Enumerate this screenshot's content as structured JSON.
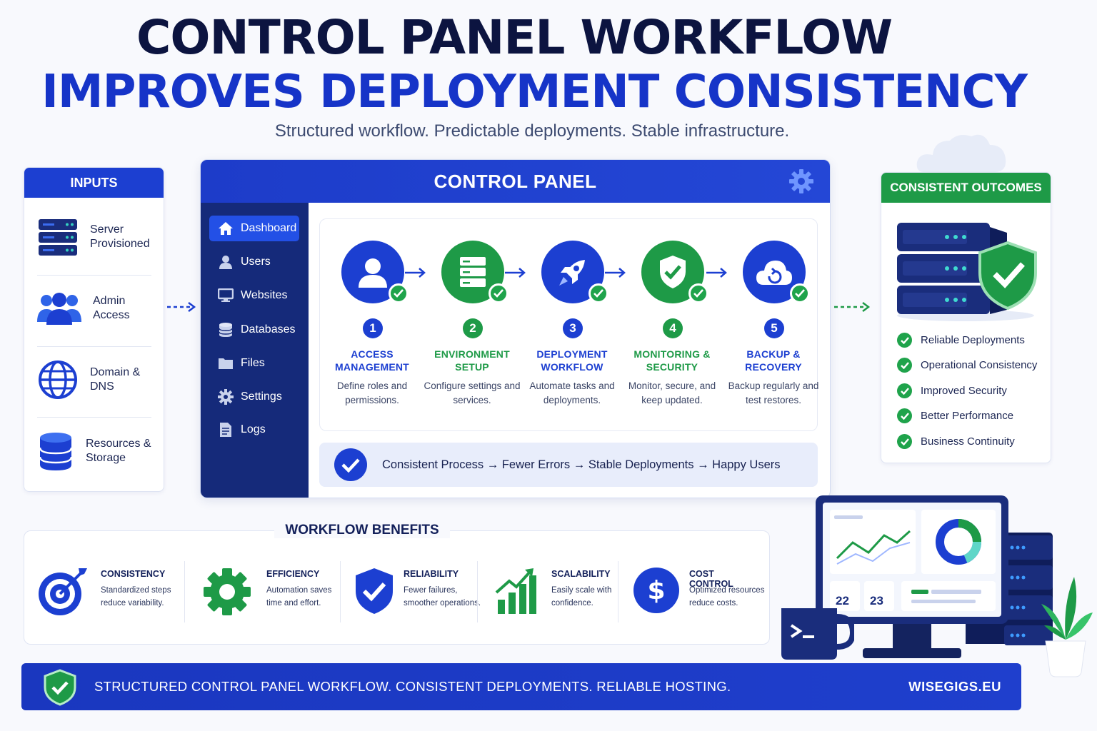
{
  "header": {
    "title_line1": "CONTROL PANEL WORKFLOW",
    "title_line2": "IMPROVES DEPLOYMENT CONSISTENCY",
    "subtitle": "Structured workflow. Predictable deployments. Stable infrastructure."
  },
  "inputs": {
    "title": "INPUTS",
    "items": [
      {
        "label": "Server Provisioned",
        "icon": "server-rack-icon"
      },
      {
        "label": "Admin Access",
        "icon": "users-group-icon"
      },
      {
        "label": "Domain & DNS",
        "icon": "globe-icon"
      },
      {
        "label": "Resources & Storage",
        "icon": "database-icon"
      }
    ]
  },
  "control_panel": {
    "title": "CONTROL PANEL",
    "nav": [
      {
        "label": "Dashboard",
        "icon": "home-icon",
        "active": true
      },
      {
        "label": "Users",
        "icon": "user-icon"
      },
      {
        "label": "Websites",
        "icon": "monitor-icon"
      },
      {
        "label": "Databases",
        "icon": "database-icon"
      },
      {
        "label": "Files",
        "icon": "folder-icon"
      },
      {
        "label": "Settings",
        "icon": "gear-icon"
      },
      {
        "label": "Logs",
        "icon": "document-icon"
      }
    ],
    "steps": [
      {
        "num": "1",
        "title": "ACCESS MANAGEMENT",
        "desc": "Define roles and permissions.",
        "color": "#1c3fd1",
        "icon": "user-icon"
      },
      {
        "num": "2",
        "title": "ENVIRONMENT SETUP",
        "desc": "Configure settings and services.",
        "color": "#1e9a47",
        "icon": "server-icon"
      },
      {
        "num": "3",
        "title": "DEPLOYMENT WORKFLOW",
        "desc": "Automate tasks and deployments.",
        "color": "#1c3fd1",
        "icon": "rocket-icon"
      },
      {
        "num": "4",
        "title": "MONITORING & SECURITY",
        "desc": "Monitor, secure, and keep updated.",
        "color": "#1e9a47",
        "icon": "shield-check-icon"
      },
      {
        "num": "5",
        "title": "BACKUP & RECOVERY",
        "desc": "Backup regularly and test restores.",
        "color": "#1c3fd1",
        "icon": "cloud-restore-icon"
      }
    ],
    "flow": "Consistent Process → Fewer Errors → Stable Deployments → Happy Users"
  },
  "outcomes": {
    "title": "CONSISTENT OUTCOMES",
    "items": [
      "Reliable Deployments",
      "Operational Consistency",
      "Improved Security",
      "Better Performance",
      "Business Continuity"
    ]
  },
  "benefits": {
    "title": "WORKFLOW BENEFITS",
    "items": [
      {
        "title": "CONSISTENCY",
        "desc": "Standardized steps reduce variability.",
        "icon": "target-icon"
      },
      {
        "title": "EFFICIENCY",
        "desc": "Automation saves time and effort.",
        "icon": "gear-icon"
      },
      {
        "title": "RELIABILITY",
        "desc": "Fewer failures, smoother operations.",
        "icon": "shield-check-icon"
      },
      {
        "title": "SCALABILITY",
        "desc": "Easily scale with confidence.",
        "icon": "growth-chart-icon"
      },
      {
        "title": "COST CONTROL",
        "desc": "Optimized resources reduce costs.",
        "icon": "dollar-icon"
      }
    ]
  },
  "monitor": {
    "stat1": "22",
    "stat2": "23"
  },
  "footer": {
    "tagline": "STRUCTURED CONTROL PANEL WORKFLOW. CONSISTENT DEPLOYMENTS. RELIABLE HOSTING.",
    "site": "WISEGIGS.EU"
  },
  "colors": {
    "primary_blue": "#1c3fd1",
    "navy": "#152a7a",
    "green": "#1e9a47"
  }
}
